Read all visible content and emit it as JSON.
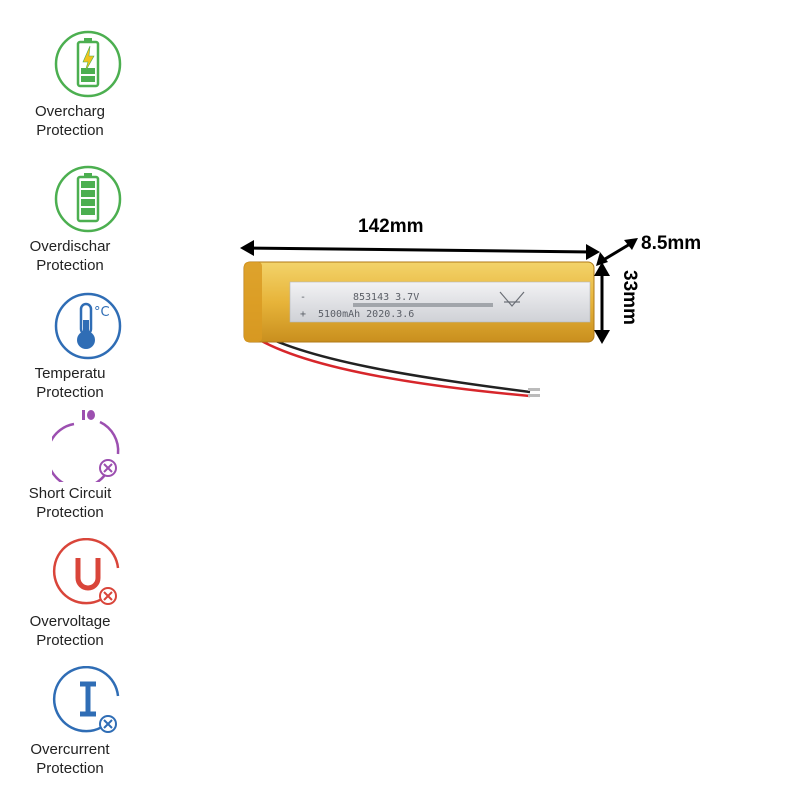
{
  "features": [
    {
      "id": "overcharge",
      "icon": "battery-charging-icon",
      "color": "#4caf50",
      "line1": "Overcharg",
      "line2": "Protection"
    },
    {
      "id": "overdischarge",
      "icon": "battery-full-icon",
      "color": "#4caf50",
      "line1": "Overdischar",
      "line2": "Protection"
    },
    {
      "id": "temperature",
      "icon": "thermometer-icon",
      "color": "#2f6db5",
      "line1": "Temperatu",
      "line2": "Protection"
    },
    {
      "id": "short-circuit",
      "icon": "short-circuit-icon",
      "color": "#9c4fb0",
      "line1": "Short Circuit",
      "line2": "Protection"
    },
    {
      "id": "overvoltage",
      "icon": "voltage-icon",
      "color": "#d9453a",
      "line1": "Overvoltage",
      "line2": "Protection"
    },
    {
      "id": "overcurrent",
      "icon": "current-icon",
      "color": "#2f6db5",
      "line1": "Overcurrent",
      "line2": "Protection"
    }
  ],
  "dimensions": {
    "length": "142mm",
    "thickness": "8.5mm",
    "width": "33mm"
  },
  "battery_label": {
    "model": "853143  3.7V",
    "capacity": "5100mAh  2020.3.6",
    "minus": "-",
    "plus": "+"
  }
}
